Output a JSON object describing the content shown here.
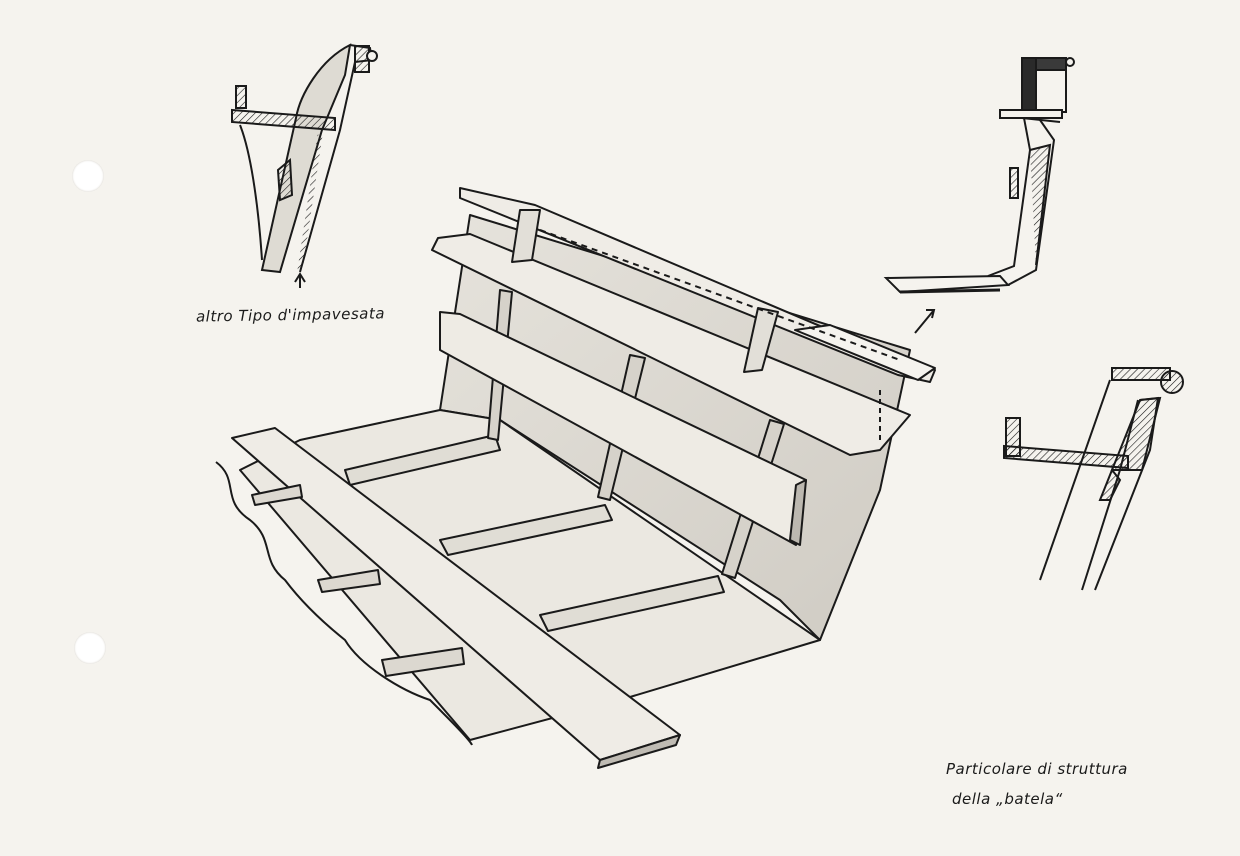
{
  "annotations": {
    "detail_left": "altro Tipo d'impavesata",
    "caption_line1": "Particolare di struttura",
    "caption_line2": "della „batela“"
  },
  "colors": {
    "paper": "#f5f3ee",
    "ink": "#1a1a1a",
    "shade": "#d9d6cf"
  }
}
